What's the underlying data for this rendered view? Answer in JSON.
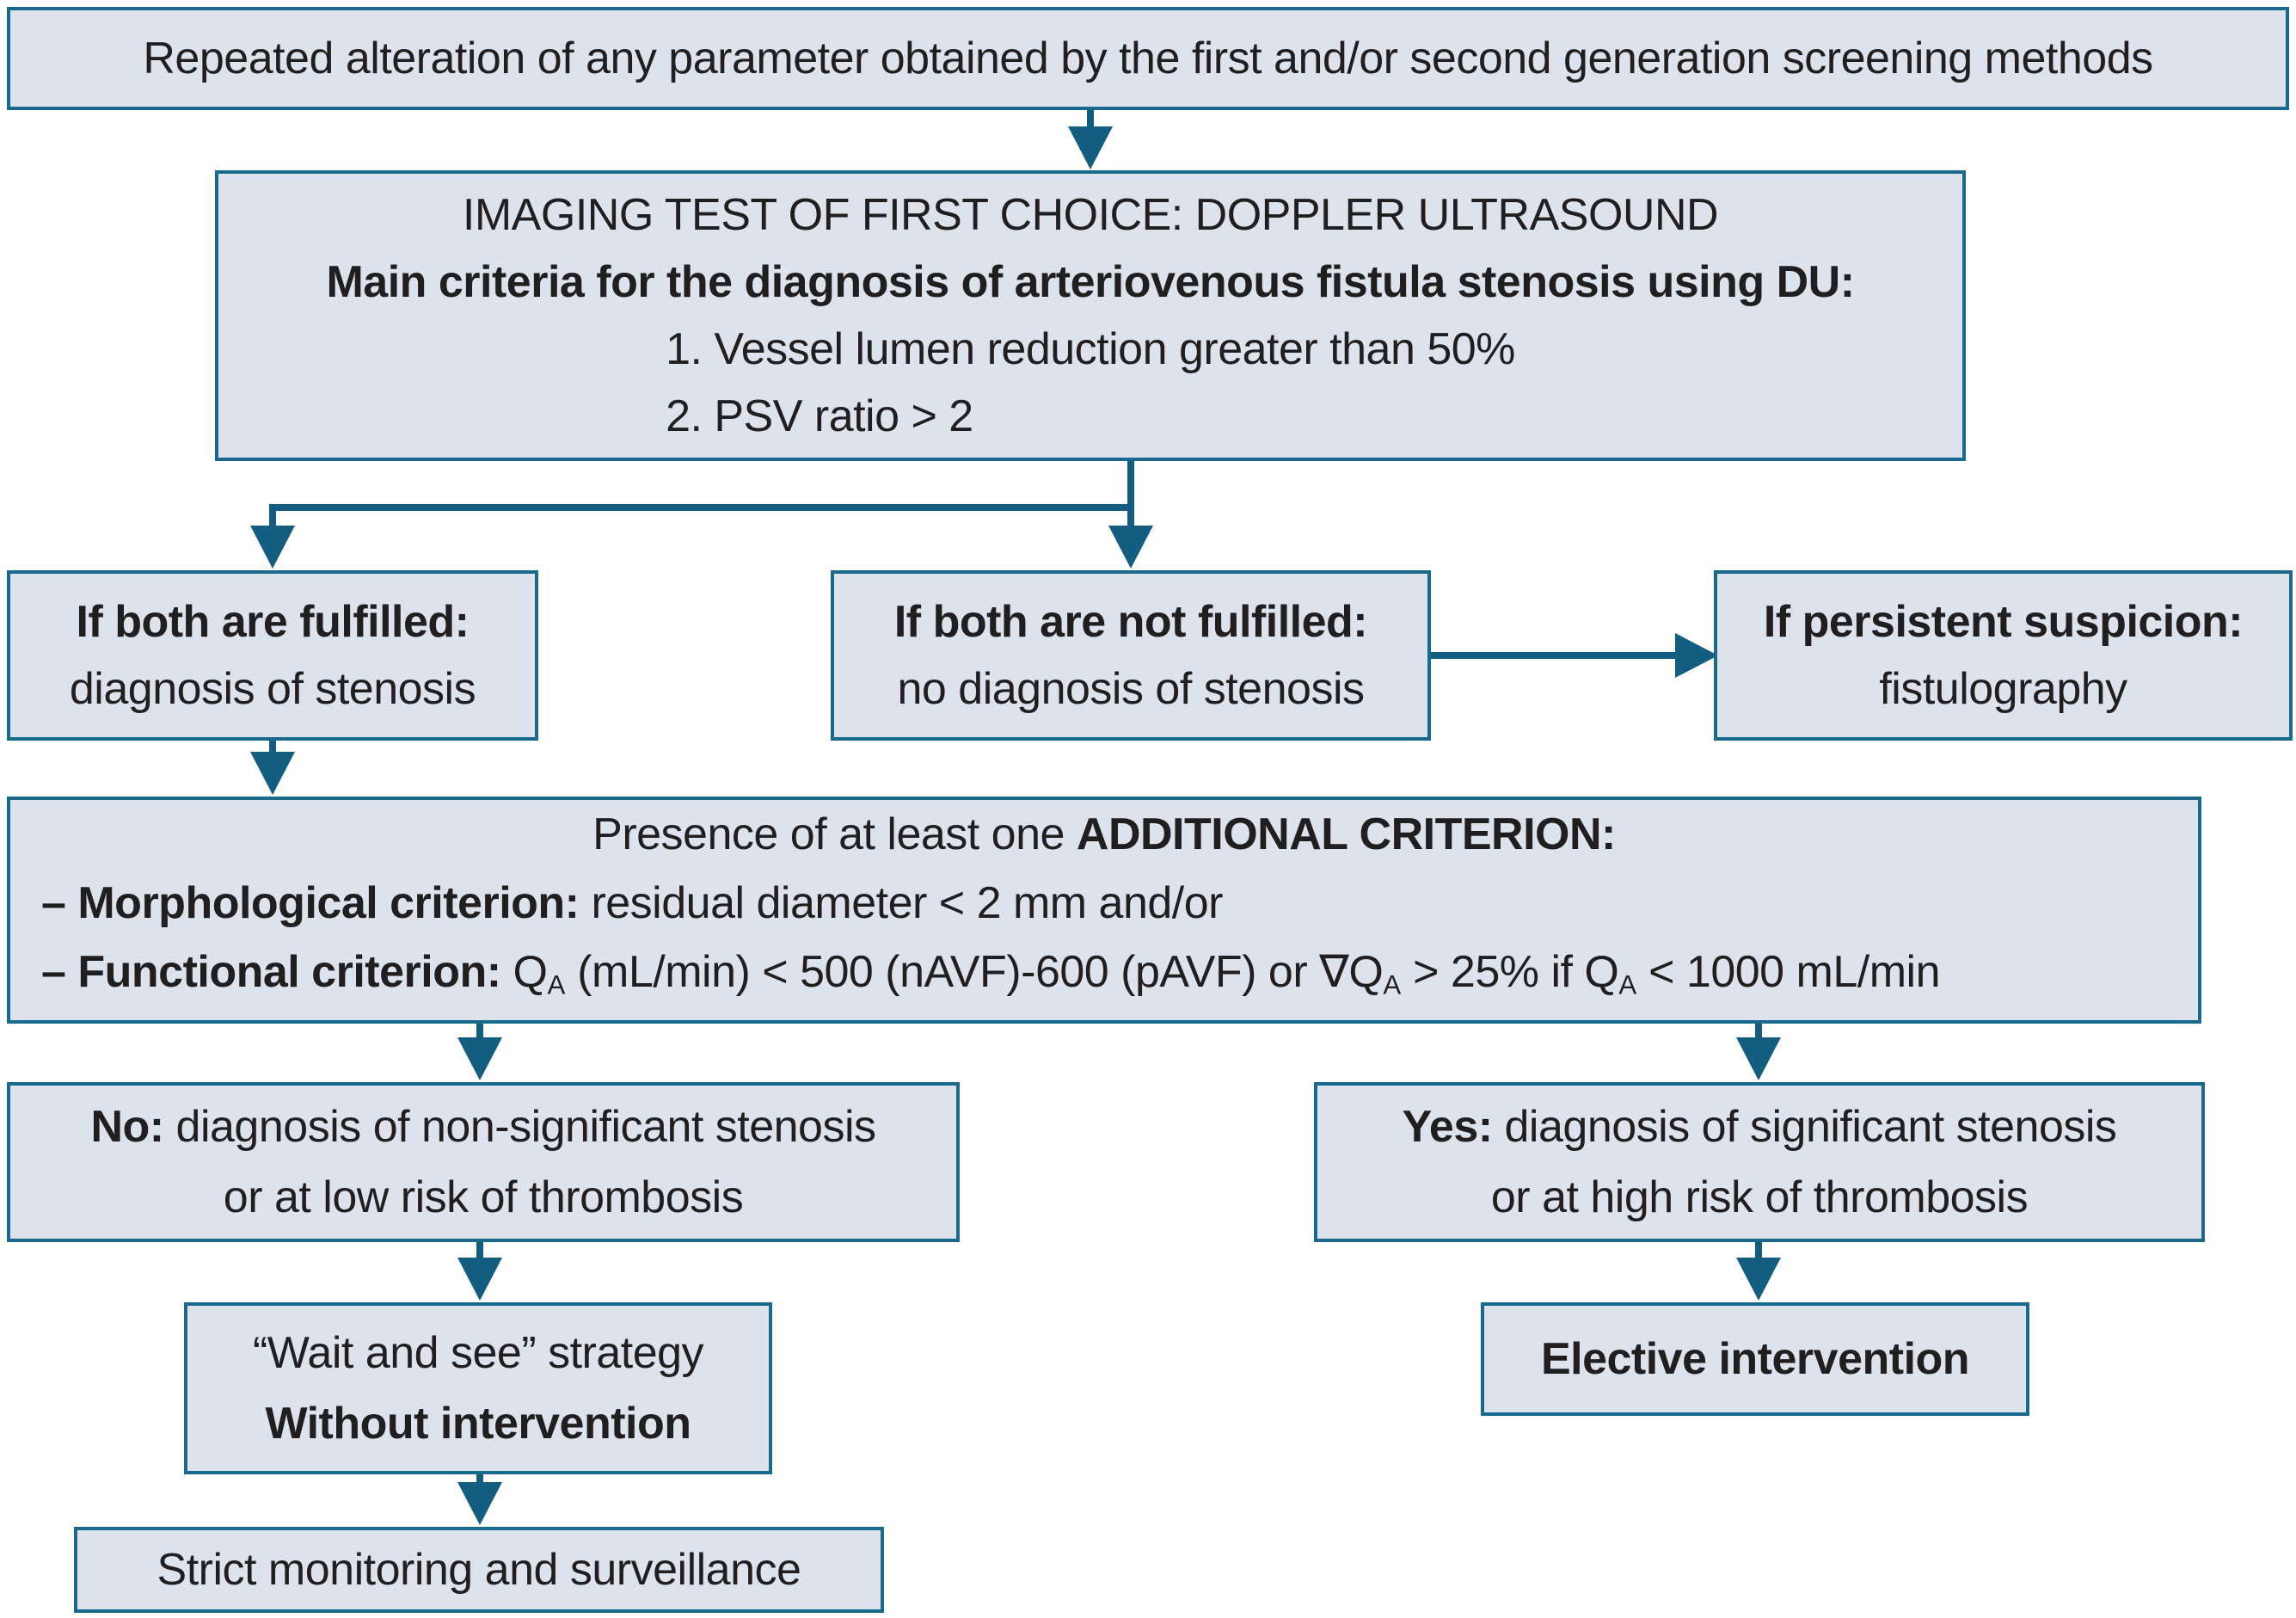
{
  "colors": {
    "box_fill": "#dde3ec",
    "box_border": "#19698c",
    "connector": "#135e80",
    "text": "#211e1f"
  },
  "nodes": {
    "start": {
      "text": "Repeated alteration of any parameter obtained by the first and/or second generation screening methods"
    },
    "imaging": {
      "heading": "IMAGING TEST OF FIRST CHOICE: DOPPLER ULTRASOUND",
      "subheading": "Main criteria for the diagnosis of arteriovenous fistula stenosis using DU:",
      "criteria": [
        "1. Vessel lumen reduction greater than 50%",
        "2. PSV ratio > 2"
      ]
    },
    "fulfilled": {
      "condition": "If both are fulfilled:",
      "result": "diagnosis of stenosis"
    },
    "not_fulfilled": {
      "condition": "If both are not fulfilled:",
      "result": "no diagnosis of stenosis"
    },
    "persistent_suspicion": {
      "condition": "If persistent suspicion:",
      "result": "fistulography"
    },
    "additional": {
      "heading_normal": "Presence of at least one ",
      "heading_bold": "ADDITIONAL CRITERION:",
      "morphological_label": "– Morphological criterion:",
      "morphological_text": " residual diameter < 2 mm and/or",
      "functional_label": "– Functional criterion:",
      "functional_seg1": " Q",
      "sub_a": "A",
      "functional_seg2": " (mL/min) < 500 (nAVF)-600 (pAVF) or ∇Q",
      "functional_seg3": " > 25% if Q",
      "functional_seg4": " < 1000 mL/min"
    },
    "no_branch": {
      "label": "No:",
      "line1_rest": " diagnosis of non-significant stenosis",
      "line2": "or at low risk of thrombosis"
    },
    "yes_branch": {
      "label": "Yes:",
      "line1_rest": " diagnosis of significant stenosis",
      "line2": "or at high risk of thrombosis"
    },
    "wait": {
      "line1": "“Wait and see” strategy",
      "line2": "Without intervention"
    },
    "elective": {
      "text": "Elective intervention"
    },
    "strict": {
      "text": "Strict monitoring and surveillance"
    }
  }
}
